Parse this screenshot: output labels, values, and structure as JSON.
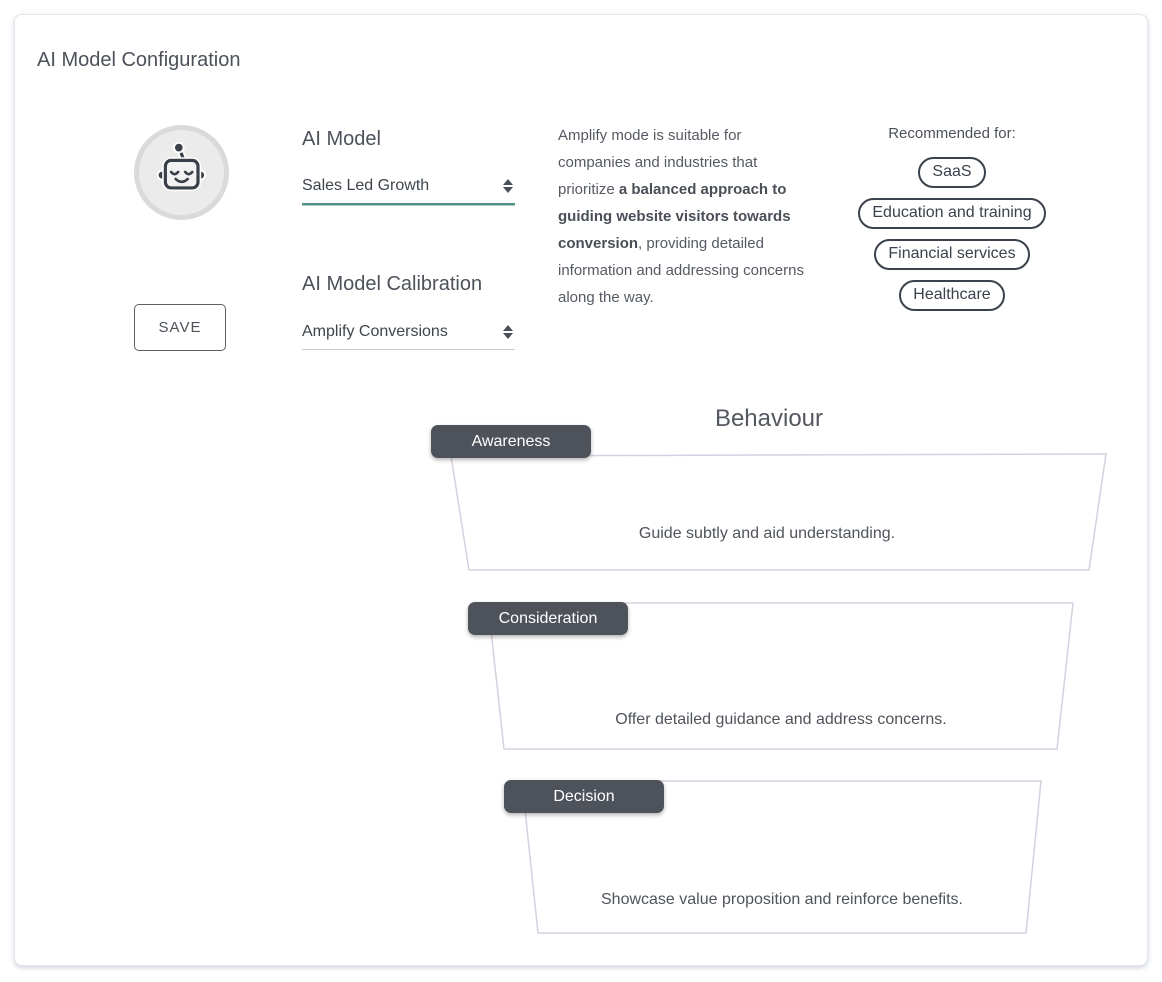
{
  "page": {
    "title": "AI Model Configuration"
  },
  "form": {
    "save_label": "SAVE",
    "model": {
      "label": "AI Model",
      "value": "Sales Led Growth"
    },
    "calibration": {
      "label": "AI Model Calibration",
      "value": "Amplify Conversions"
    }
  },
  "description": {
    "pre": "Amplify mode is suitable for companies and industries that prioritize ",
    "bold": "a balanced approach to guiding website visitors towards conversion",
    "post": ", providing detailed information and addressing concerns along the way."
  },
  "recommended": {
    "label": "Recommended for:",
    "tags": [
      "SaaS",
      "Education and training",
      "Financial services",
      "Healthcare"
    ]
  },
  "behaviour": {
    "title": "Behaviour",
    "stages": [
      {
        "label": "Awareness",
        "description": "Guide subtly and aid understanding."
      },
      {
        "label": "Consideration",
        "description": "Offer detailed guidance and address concerns."
      },
      {
        "label": "Decision",
        "description": "Showcase value proposition and reinforce benefits."
      }
    ]
  },
  "icons": {
    "avatar": "robot-icon",
    "select": "up-down-arrows-icon"
  },
  "colors": {
    "accent_teal": "#4e9184",
    "badge_bg": "#4e535b",
    "funnel_stroke": "#d8cfe0",
    "pill_border": "#3b424c",
    "card_border": "#e3e6ea"
  }
}
